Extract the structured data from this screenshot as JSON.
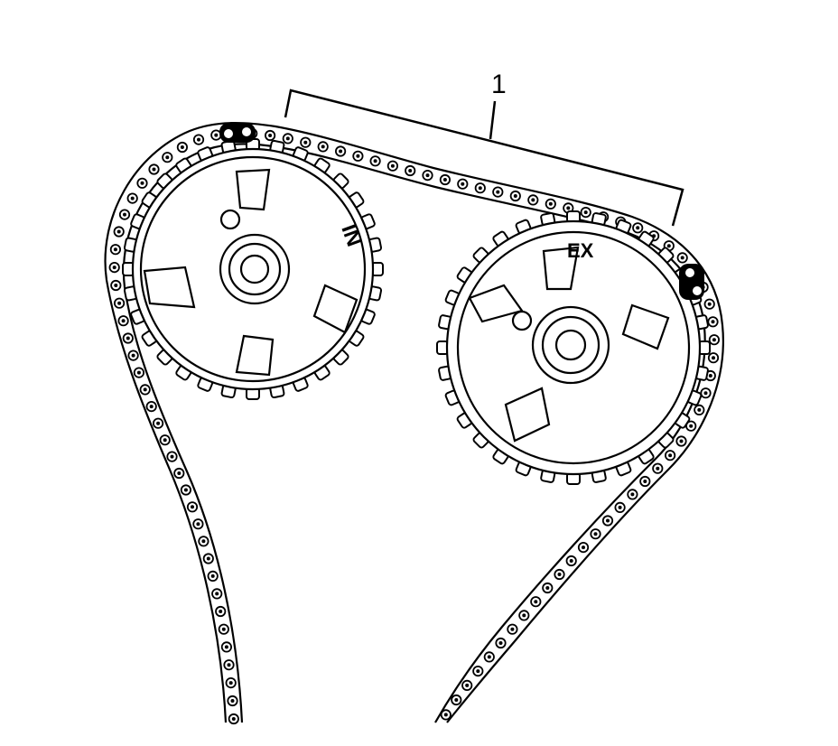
{
  "callouts": [
    {
      "id": "1",
      "text": "1"
    }
  ],
  "sprockets": {
    "intake": {
      "label": "IN",
      "teeth": 32
    },
    "exhaust": {
      "label": "EX",
      "teeth": 32
    }
  },
  "colors": {
    "line": "#000000",
    "background": "#ffffff"
  }
}
